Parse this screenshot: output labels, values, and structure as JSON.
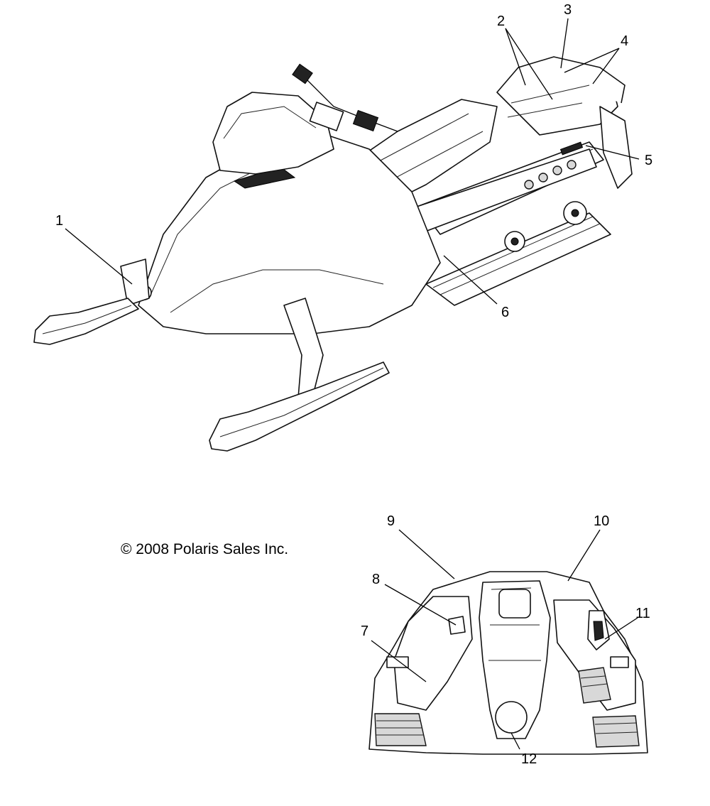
{
  "copyright": "© 2008 Polaris Sales Inc.",
  "callouts": [
    {
      "id": "1",
      "label": "1"
    },
    {
      "id": "2",
      "label": "2"
    },
    {
      "id": "3",
      "label": "3"
    },
    {
      "id": "4",
      "label": "4"
    },
    {
      "id": "5",
      "label": "5"
    },
    {
      "id": "6",
      "label": "6"
    },
    {
      "id": "7",
      "label": "7"
    },
    {
      "id": "8",
      "label": "8"
    },
    {
      "id": "9",
      "label": "9"
    },
    {
      "id": "10",
      "label": "10"
    },
    {
      "id": "11",
      "label": "11"
    },
    {
      "id": "12",
      "label": "12"
    }
  ]
}
